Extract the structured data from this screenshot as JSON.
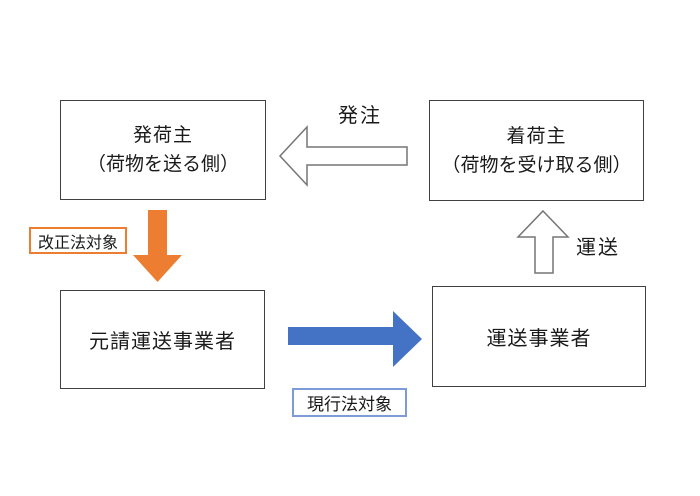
{
  "diagram": {
    "nodes": {
      "shipper": {
        "line1": "発荷主",
        "line2": "（荷物を送る側）"
      },
      "consignee": {
        "line1": "着荷主",
        "line2": "（荷物を受け取る側）"
      },
      "prime_carrier": {
        "label": "元請運送事業者"
      },
      "carrier": {
        "label": "運送事業者"
      }
    },
    "arrows": {
      "order": {
        "label": "発注",
        "direction": "left",
        "style": "white-outline"
      },
      "transport": {
        "label": "運送",
        "direction": "up",
        "style": "white-outline"
      },
      "revised_law": {
        "direction": "down",
        "style": "solid-orange"
      },
      "current_law": {
        "direction": "right",
        "style": "solid-blue"
      }
    },
    "tags": {
      "revised_law": {
        "label": "改正法対象"
      },
      "current_law": {
        "label": "現行法対象"
      }
    }
  },
  "colors": {
    "orange": "#ED7D31",
    "blue": "#4472C4",
    "blue_light": "#7D9BD6",
    "box_border": "#404040",
    "arrow_outline": "#757575",
    "text": "#1a1a1a"
  }
}
